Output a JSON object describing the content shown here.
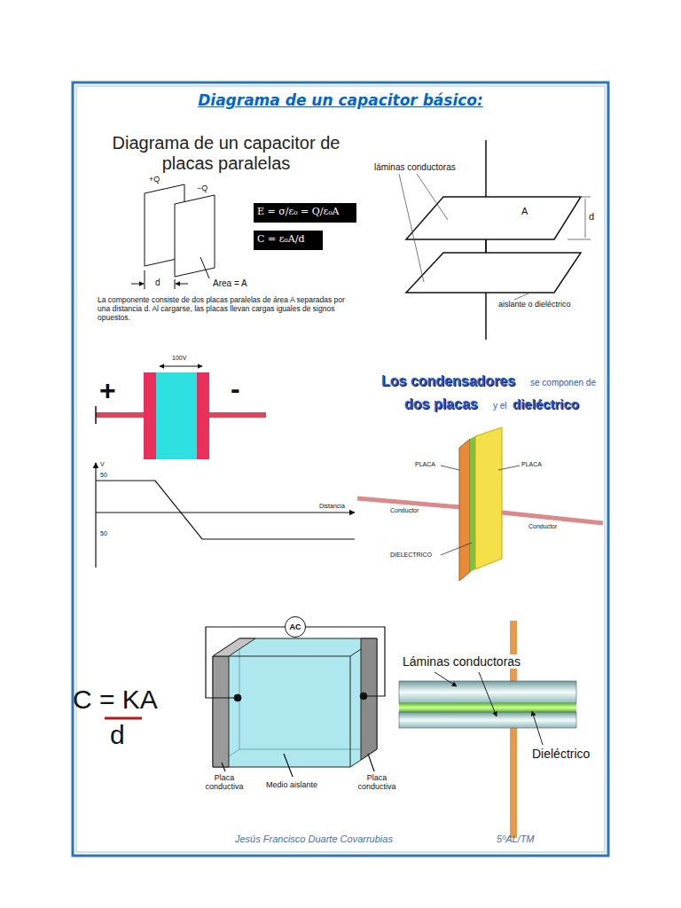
{
  "diagram": {
    "title": "Diagrama de un capacitor básico:",
    "nodes": [
      {
        "text": [
          "AC"
        ]
      }
    ],
    "labels": [
      "Diagrama de un capacitor de placas paralelas",
      "+Q",
      "−Q",
      "d",
      "Area = A",
      "E = σ/ε₀ = Q/ε₀A",
      "C = ε₀A/d",
      "La componente consiste de dos placas paralelas de área A separadas por una distancia d. Al cargarse, las placas llevan cargas iguales de signos opuestos.",
      "láminas conductoras",
      "A",
      "d",
      "aislante o dieléctrico",
      "+",
      "-",
      "100V",
      "V",
      "50",
      "Distancia",
      "50",
      "Los condensadores",
      "se componen de",
      "dos placas",
      "y el",
      "dieléctrico",
      "PLACA",
      "PLACA",
      "Conductor",
      "Conductor",
      "DIELECTRICO",
      "C = KA",
      "d",
      "Placa conductiva",
      "Medio aislante",
      "Placa conductiva",
      "Láminas conductoras",
      "Dieléctrico",
      "Jesús Francisco Duarte Covarrubias",
      "5ºAL/TM"
    ]
  }
}
